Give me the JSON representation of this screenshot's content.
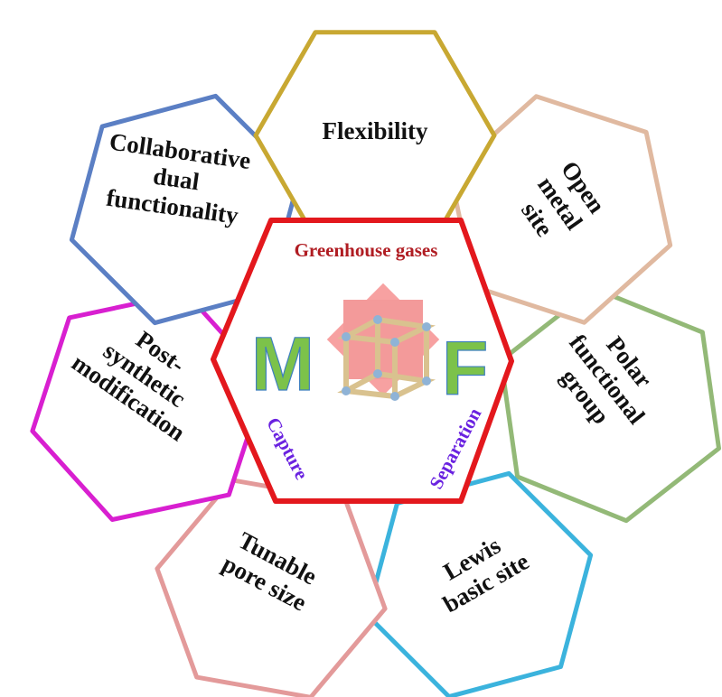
{
  "center": {
    "title": "Greenhouse gases",
    "logo_left": "M",
    "logo_right": "F",
    "left_label": "Capture",
    "right_label": "Separation",
    "border_color": "#e3181d"
  },
  "features": [
    {
      "id": "flexibility",
      "lines": [
        "Flexibility"
      ],
      "color": "#c8a832"
    },
    {
      "id": "open-metal-site",
      "lines": [
        "Open",
        "metal",
        "site"
      ],
      "color": "#e0b9a0"
    },
    {
      "id": "polar-functional-group",
      "lines": [
        "Polar",
        "functional",
        "group"
      ],
      "color": "#93b977"
    },
    {
      "id": "lewis-basic-site",
      "lines": [
        "Lewis",
        "basic site"
      ],
      "color": "#3bb3dd"
    },
    {
      "id": "tunable-pore-size",
      "lines": [
        "Tunable",
        "pore size"
      ],
      "color": "#e39a9a"
    },
    {
      "id": "post-synthetic-modification",
      "lines": [
        "Post-",
        "synthetic",
        "modification"
      ],
      "color": "#d81fd0"
    },
    {
      "id": "collaborative-dual-functionality",
      "lines": [
        "Collaborative",
        "dual",
        "functionality"
      ],
      "color": "#5b7fc4"
    }
  ]
}
